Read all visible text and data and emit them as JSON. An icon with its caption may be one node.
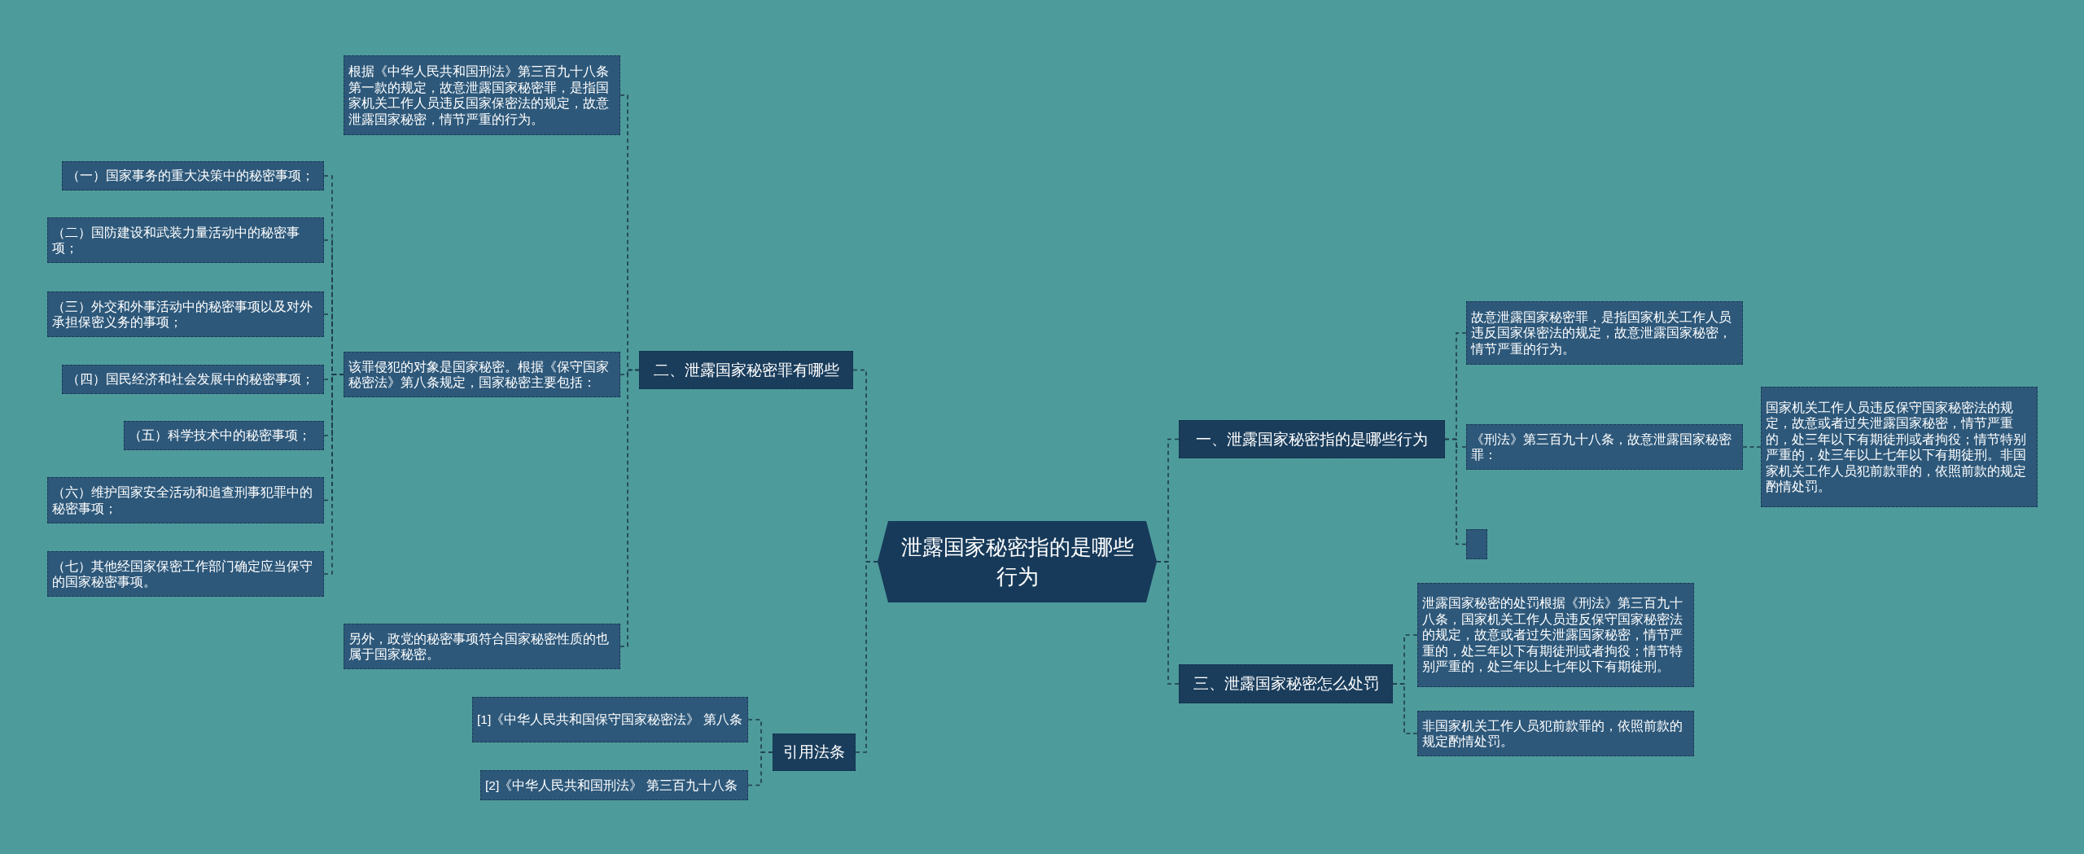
{
  "diagram": {
    "nodes": [
      {
        "text": [
          "泄露国家秘密指的是哪些行为"
        ]
      },
      {
        "text": [
          "一、泄露国家秘密指的是哪些行为"
        ]
      },
      {
        "text": [
          "故意泄露国家秘密罪，是指国家机关工作人员违反国家保密法的规定，故意泄露国家秘密，情节严重的行为。"
        ]
      },
      {
        "text": [
          "《刑法》第三百九十八条，故意泄露国家秘密罪："
        ]
      },
      {
        "text": [
          "国家机关工作人员违反保守国家秘密法的规定，故意或者过失泄露国家秘密，情节严重的，处三年以下有期徒刑或者拘役；情节特别严重的，处三年以上七年以下有期徒刑。非国家机关工作人员犯前款罪的，依照前款的规定酌情处罚。"
        ]
      },
      {
        "text": [],
        "shape": "box"
      },
      {
        "text": [
          "三、泄露国家秘密怎么处罚"
        ]
      },
      {
        "text": [
          "泄露国家秘密的处罚根据《刑法》第三百九十八条，国家机关工作人员违反保守国家秘密法的规定，故意或者过失泄露国家秘密，情节严重的，处三年以下有期徒刑或者拘役；情节特别严重的，处三年以上七年以下有期徒刑。"
        ]
      },
      {
        "text": [
          "非国家机关工作人员犯前款罪的，依照前款的规定酌情处罚。"
        ]
      },
      {
        "text": [
          "二、泄露国家秘密罪有哪些"
        ]
      },
      {
        "text": [
          "根据《中华人民共和国刑法》第三百九十八条第一款的规定，故意泄露国家秘密罪，是指国家机关工作人员违反国家保密法的规定，故意泄露国家秘密，情节严重的行为。"
        ]
      },
      {
        "text": [
          "该罪侵犯的对象是国家秘密。根据《保守国家秘密法》第八条规定，国家秘密主要包括："
        ]
      },
      {
        "text": [
          "（一）国家事务的重大决策中的秘密事项；"
        ]
      },
      {
        "text": [
          "（二）国防建设和武装力量活动中的秘密事项；"
        ]
      },
      {
        "text": [
          "（三）外交和外事活动中的秘密事项以及对外承担保密义务的事项；"
        ]
      },
      {
        "text": [
          "（四）国民经济和社会发展中的秘密事项；"
        ]
      },
      {
        "text": [
          "（五）科学技术中的秘密事项；"
        ]
      },
      {
        "text": [
          "（六）维护国家安全活动和追查刑事犯罪中的秘密事项；"
        ]
      },
      {
        "text": [
          "（七）其他经国家保密工作部门确定应当保守的国家秘密事项。"
        ]
      },
      {
        "text": [
          "另外，政党的秘密事项符合国家秘密性质的也属于国家秘密。"
        ]
      },
      {
        "text": [
          "引用法条"
        ]
      },
      {
        "text": [
          "[1]《中华人民共和国保守国家秘密法》 第八条"
        ]
      },
      {
        "text": [
          "[2]《中华人民共和国刑法》 第三百九十八条"
        ]
      }
    ],
    "edges": [
      {
        "from": 0,
        "to": 1,
        "arrow": "none",
        "style": "dashed"
      },
      {
        "from": 1,
        "to": 2,
        "arrow": "none",
        "style": "dashed"
      },
      {
        "from": 1,
        "to": 3,
        "arrow": "none",
        "style": "dashed"
      },
      {
        "from": 3,
        "to": 4,
        "arrow": "none",
        "style": "dashed"
      },
      {
        "from": 1,
        "to": 5,
        "arrow": "none",
        "style": "dashed"
      },
      {
        "from": 0,
        "to": 6,
        "arrow": "none",
        "style": "dashed"
      },
      {
        "from": 6,
        "to": 7,
        "arrow": "none",
        "style": "dashed"
      },
      {
        "from": 6,
        "to": 8,
        "arrow": "none",
        "style": "dashed"
      },
      {
        "from": 0,
        "to": 9,
        "arrow": "none",
        "style": "dashed"
      },
      {
        "from": 9,
        "to": 10,
        "arrow": "none",
        "style": "dashed"
      },
      {
        "from": 9,
        "to": 11,
        "arrow": "none",
        "style": "dashed"
      },
      {
        "from": 11,
        "to": 12,
        "arrow": "none",
        "style": "dashed"
      },
      {
        "from": 11,
        "to": 13,
        "arrow": "none",
        "style": "dashed"
      },
      {
        "from": 11,
        "to": 14,
        "arrow": "none",
        "style": "dashed"
      },
      {
        "from": 11,
        "to": 15,
        "arrow": "none",
        "style": "dashed"
      },
      {
        "from": 11,
        "to": 16,
        "arrow": "none",
        "style": "dashed"
      },
      {
        "from": 11,
        "to": 17,
        "arrow": "none",
        "style": "dashed"
      },
      {
        "from": 11,
        "to": 18,
        "arrow": "none",
        "style": "dashed"
      },
      {
        "from": 9,
        "to": 19,
        "arrow": "none",
        "style": "dashed"
      },
      {
        "from": 0,
        "to": 20,
        "arrow": "none",
        "style": "dashed"
      },
      {
        "from": 20,
        "to": 21,
        "arrow": "none",
        "style": "dashed"
      },
      {
        "from": 20,
        "to": 22,
        "arrow": "none",
        "style": "dashed"
      }
    ]
  }
}
